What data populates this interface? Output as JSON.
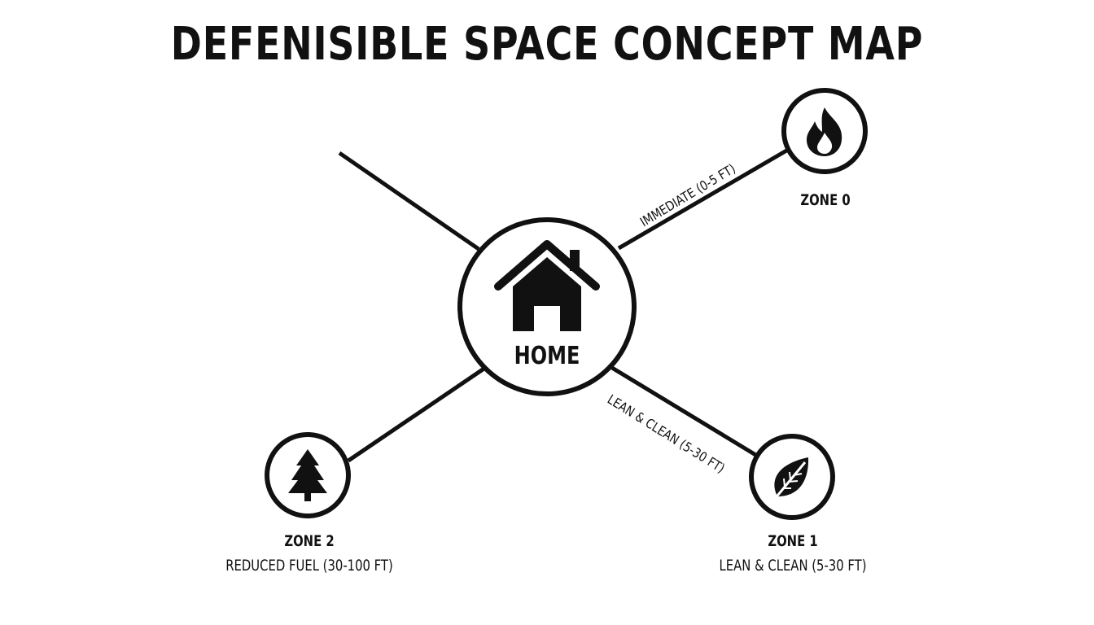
{
  "title": "DEFENISIBLE SPACE CONCEPT MAP",
  "center": {
    "label": "HOME",
    "icon": "house-icon"
  },
  "zones": [
    {
      "id": "zone0",
      "name": "ZONE 0",
      "subtitle": "",
      "icon": "flame-icon",
      "edge_label": "IMMEDIATE (0-5 FT)"
    },
    {
      "id": "zone1",
      "name": "ZONE 1",
      "subtitle": "LEAN & CLEAN (5-30 FT)",
      "icon": "leaf-icon",
      "edge_label": "LEAN & CLEAN (5-30 FT)"
    },
    {
      "id": "zone2",
      "name": "ZONE 2",
      "subtitle": "REDUCED FUEL (30-100 FT)",
      "icon": "tree-icon",
      "edge_label": ""
    }
  ],
  "colors": {
    "ink": "#111111",
    "background": "#ffffff"
  }
}
